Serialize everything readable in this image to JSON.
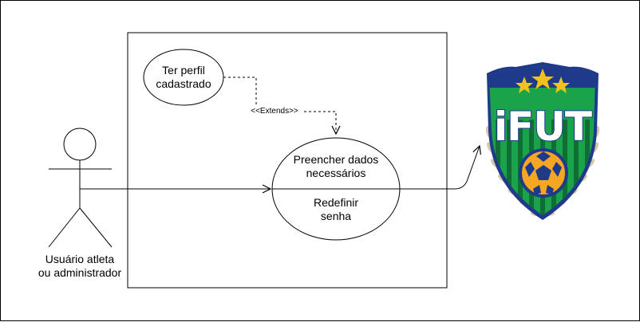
{
  "diagram": {
    "actor": {
      "line1": "Usuário atleta",
      "line2": "ou administrador"
    },
    "use_cases": {
      "profile": {
        "line1": "Ter perfil",
        "line2": "cadastrado"
      },
      "main_top": {
        "line1": "Preencher dados",
        "line2": "necessários"
      },
      "main_bottom": {
        "line1": "Redefinir",
        "line2": "senha"
      }
    },
    "relation_label": "<<Extends>>",
    "logo_text": "iFUT",
    "colors": {
      "line": "#000000",
      "logo_blue": "#1f3a8a",
      "logo_green": "#1aa34a",
      "logo_gold": "#f2c21b",
      "logo_laurel": "#d7c8a8",
      "ball_orange": "#f5a623"
    }
  }
}
